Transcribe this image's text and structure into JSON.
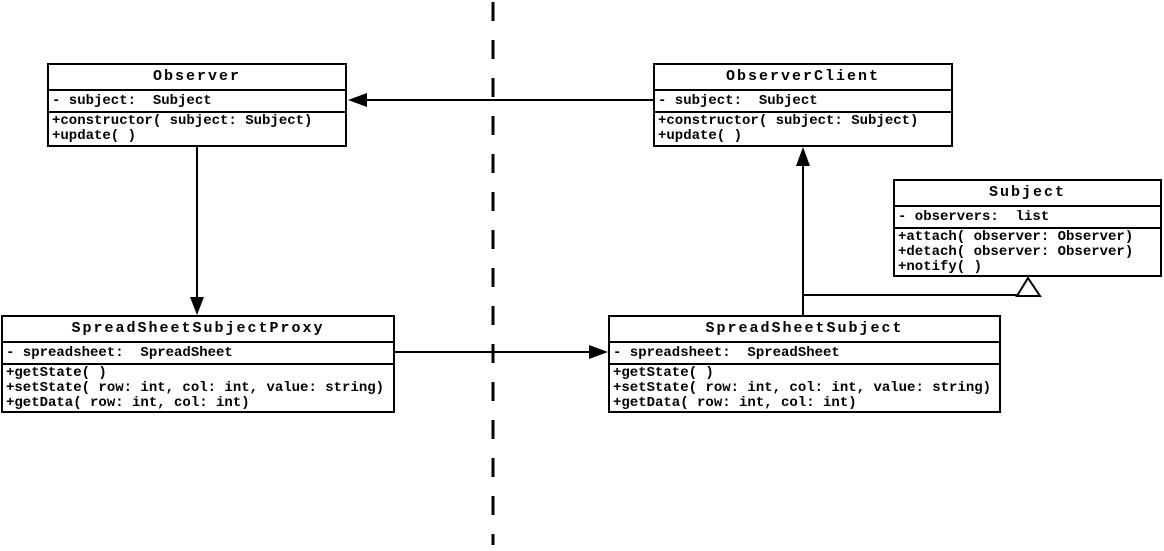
{
  "diagram": {
    "kind": "uml-class-diagram",
    "pattern": "Observer / Proxy spreadsheet design",
    "background_color": "#ffffff",
    "line_color": "#000000"
  },
  "classes": [
    {
      "name": "Observer",
      "attributes": [
        "- subject:  Subject"
      ],
      "methods": [
        "+constructor( subject: Subject)",
        "+update( )"
      ]
    },
    {
      "name": "ObserverClient",
      "attributes": [
        "- subject:  Subject"
      ],
      "methods": [
        "+constructor( subject: Subject)",
        "+update( )"
      ]
    },
    {
      "name": "Subject",
      "attributes": [
        "- observers:  list"
      ],
      "methods": [
        "+attach( observer: Observer)",
        "+detach( observer: Observer)",
        "+notify( )"
      ]
    },
    {
      "name": "SpreadSheetSubjectProxy",
      "attributes": [
        "- spreadsheet:  SpreadSheet"
      ],
      "methods": [
        "+getState( )",
        "+setState( row: int, col: int, value: string)",
        "+getData( row: int, col: int)"
      ]
    },
    {
      "name": "SpreadSheetSubject",
      "attributes": [
        "- spreadsheet:  SpreadSheet"
      ],
      "methods": [
        "+getState( )",
        "+setState( row: int, col: int, value: string)",
        "+getData( row: int, col: int)"
      ]
    }
  ],
  "relationships": [
    {
      "from": "ObserverClient",
      "to": "Observer",
      "type": "association",
      "arrowhead": "filled"
    },
    {
      "from": "Observer",
      "to": "SpreadSheetSubjectProxy",
      "type": "association",
      "arrowhead": "filled"
    },
    {
      "from": "SpreadSheetSubjectProxy",
      "to": "SpreadSheetSubject",
      "type": "association",
      "arrowhead": "filled"
    },
    {
      "from": "SpreadSheetSubject",
      "to": "ObserverClient",
      "type": "association",
      "arrowhead": "filled"
    },
    {
      "from": "SpreadSheetSubject",
      "to": "Subject",
      "type": "generalization",
      "arrowhead": "hollow-triangle"
    }
  ],
  "separator": {
    "orientation": "vertical",
    "style": "dashed"
  }
}
